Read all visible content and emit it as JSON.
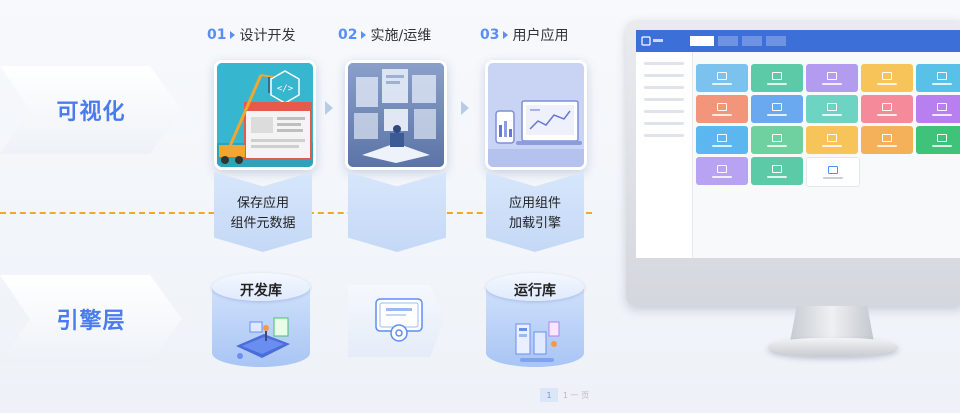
{
  "layers": {
    "visual": "可视化",
    "engine": "引擎层"
  },
  "steps": [
    {
      "num": "01",
      "label": "设计开发"
    },
    {
      "num": "02",
      "label": "实施/运维"
    },
    {
      "num": "03",
      "label": "用户应用"
    }
  ],
  "transitions": {
    "left_line1": "保存应用",
    "left_line2": "组件元数据",
    "right_line1": "应用组件",
    "right_line2": "加载引擎"
  },
  "libraries": {
    "dev": "开发库",
    "runtime": "运行库"
  },
  "pager": {
    "current": "1",
    "next": "1 一 页"
  },
  "colors": {
    "accent": "#4a7cf0",
    "dash": "#f5a623",
    "chevron": "#cadcf7",
    "monitor_topbar": "#3d6fd9",
    "tiles": [
      "#7cc2ee",
      "#5cc9a7",
      "#b39cef",
      "#f7c45a",
      "#59c0e8",
      "#f2957a",
      "#6aa8f0",
      "#6dd4c4",
      "#f58a9a",
      "#b77ff0",
      "#5cb6f0",
      "#6fd0a0",
      "#f7c45a",
      "#f5b15a",
      "#3fc27a",
      "#b7a3f1",
      "#5cc9a7",
      "#ffffff"
    ]
  },
  "icons": [
    "crane-icon",
    "code-icon",
    "panels-icon",
    "devices-icon",
    "certificate-gear-icon",
    "database-icon"
  ]
}
